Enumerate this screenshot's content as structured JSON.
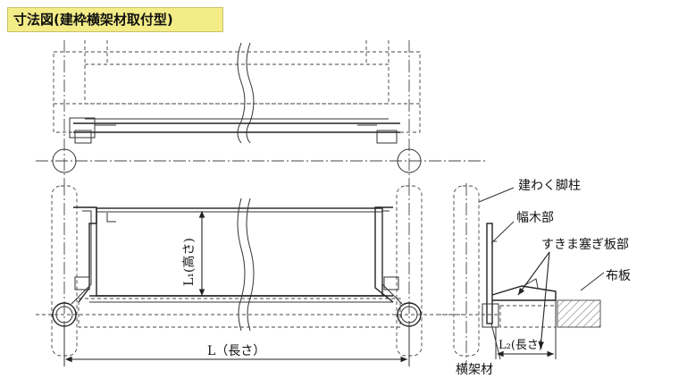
{
  "title": "寸法図(建枠横架材取付型)",
  "labels": {
    "tatewaku_kyakuchu": "建わく脚柱",
    "habaki_bu": "幅木部",
    "sukima_fusagi": "すきま塞ぎ板部",
    "nunoita": "布板",
    "oukazai": "横架材",
    "L_length": "L（長さ）",
    "L1_height": "L₁(高さ)",
    "L2_length": "L₂(長さ)"
  },
  "colors": {
    "title_bg": "#f3ec87",
    "line": "#333333",
    "hatch": "#666666"
  }
}
